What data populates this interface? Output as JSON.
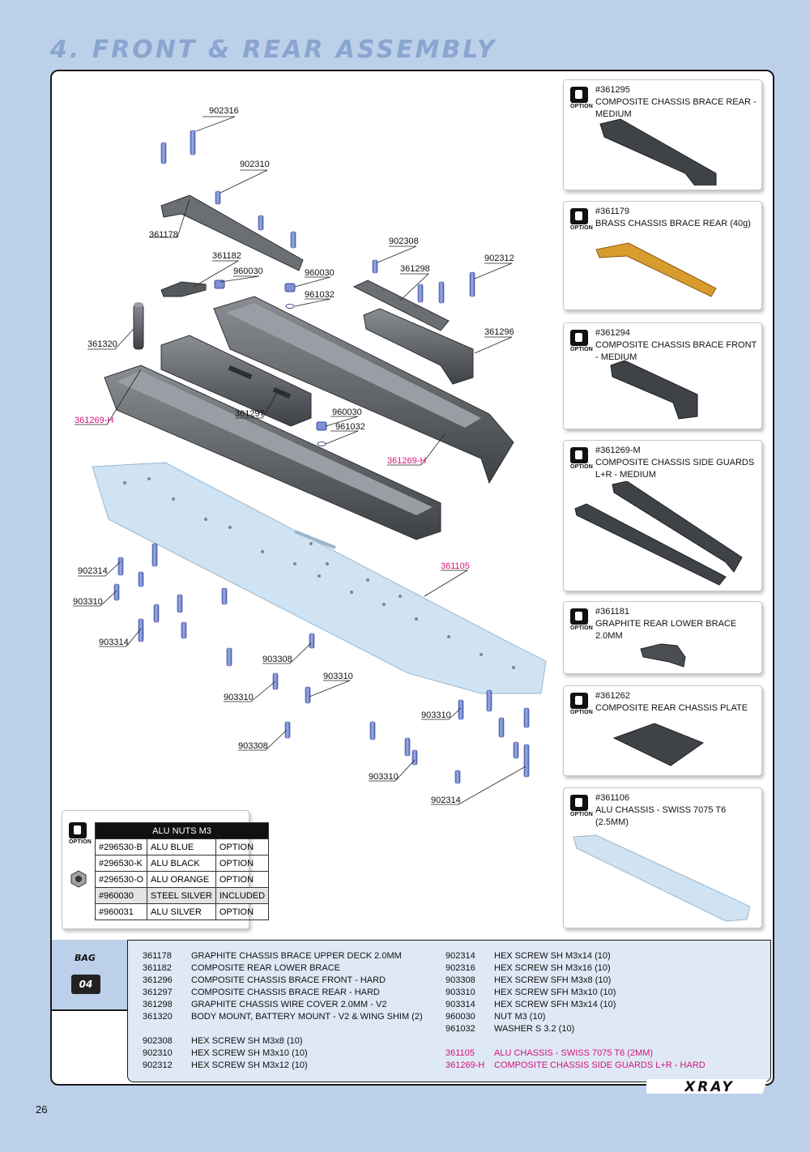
{
  "title": "4. FRONT & REAR ASSEMBLY",
  "page_number": "26",
  "brand": "XRAY",
  "diagram_labels": {
    "l902316": "902316",
    "l902310": "902310",
    "l361178": "361178",
    "l361182": "361182",
    "l960030a": "960030",
    "l960030b": "960030",
    "l961032a": "961032",
    "l902308": "902308",
    "l361298": "361298",
    "l902312": "902312",
    "l361320": "361320",
    "l361296": "361296",
    "l361269ha": "361269-H",
    "l361297": "361297",
    "l960030c": "960030",
    "l961032b": "961032",
    "l361269hb": "361269-H",
    "l361105": "361105",
    "l902314a": "902314",
    "l903310a": "903310",
    "l903314": "903314",
    "l903308a": "903308",
    "l903310b": "903310",
    "l903310c": "903310",
    "l903310d": "903310",
    "l903308b": "903308",
    "l903310e": "903310",
    "l902314b": "902314"
  },
  "option_label": "OPTION",
  "options": [
    {
      "code": "#361295",
      "desc": "COMPOSITE CHASSIS BRACE REAR - MEDIUM"
    },
    {
      "code": "#361179",
      "desc": "BRASS CHASSIS BRACE REAR (40g)"
    },
    {
      "code": "#361294",
      "desc": "COMPOSITE CHASSIS BRACE FRONT - MEDIUM"
    },
    {
      "code": "#361269-M",
      "desc": "COMPOSITE CHASSIS SIDE GUARDS L+R - MEDIUM"
    },
    {
      "code": "#361181",
      "desc": "GRAPHITE REAR LOWER BRACE 2.0MM"
    },
    {
      "code": "#361262",
      "desc": "COMPOSITE REAR CHASSIS PLATE"
    },
    {
      "code": "#361106",
      "desc": "ALU CHASSIS - SWISS 7075 T6 (2.5MM)"
    }
  ],
  "nuts_table": {
    "header": "ALU NUTS M3",
    "rows": [
      {
        "code": "#296530-B",
        "color": "ALU BLUE",
        "status": "OPTION"
      },
      {
        "code": "#296530-K",
        "color": "ALU BLACK",
        "status": "OPTION"
      },
      {
        "code": "#296530-O",
        "color": "ALU ORANGE",
        "status": "OPTION"
      },
      {
        "code": "#960030",
        "color": "STEEL SILVER",
        "status": "INCLUDED"
      },
      {
        "code": "#960031",
        "color": "ALU SILVER",
        "status": "OPTION"
      }
    ]
  },
  "bag": {
    "word": "BAG",
    "number": "04"
  },
  "parts_left": [
    {
      "code": "361178",
      "desc": "GRAPHITE CHASSIS BRACE UPPER DECK 2.0MM"
    },
    {
      "code": "361182",
      "desc": "COMPOSITE REAR LOWER BRACE"
    },
    {
      "code": "361296",
      "desc": "COMPOSITE CHASSIS BRACE FRONT - HARD"
    },
    {
      "code": "361297",
      "desc": "COMPOSITE CHASSIS BRACE REAR - HARD"
    },
    {
      "code": "361298",
      "desc": "GRAPHITE CHASSIS WIRE COVER 2.0MM - V2"
    },
    {
      "code": "361320",
      "desc": "BODY MOUNT, BATTERY MOUNT - V2 & WING SHIM (2)"
    }
  ],
  "parts_left2": [
    {
      "code": "902308",
      "desc": "HEX SCREW SH M3x8  (10)"
    },
    {
      "code": "902310",
      "desc": "HEX SCREW SH M3x10  (10)"
    },
    {
      "code": "902312",
      "desc": "HEX SCREW SH M3x12  (10)"
    }
  ],
  "parts_right": [
    {
      "code": "902314",
      "desc": "HEX SCREW SH M3x14  (10)"
    },
    {
      "code": "902316",
      "desc": "HEX SCREW SH M3x16  (10)"
    },
    {
      "code": "903308",
      "desc": "HEX SCREW SFH M3x8  (10)"
    },
    {
      "code": "903310",
      "desc": "HEX SCREW SFH M3x10  (10)"
    },
    {
      "code": "903314",
      "desc": "HEX SCREW SFH M3x14  (10)"
    },
    {
      "code": "960030",
      "desc": "NUT M3  (10)"
    },
    {
      "code": "961032",
      "desc": "WASHER S 3.2  (10)"
    }
  ],
  "parts_right2": [
    {
      "code": "361105",
      "desc": "ALU CHASSIS - SWISS 7075 T6 (2MM)"
    },
    {
      "code": "361269-H",
      "desc": "COMPOSITE CHASSIS SIDE GUARDS L+R - HARD"
    }
  ]
}
